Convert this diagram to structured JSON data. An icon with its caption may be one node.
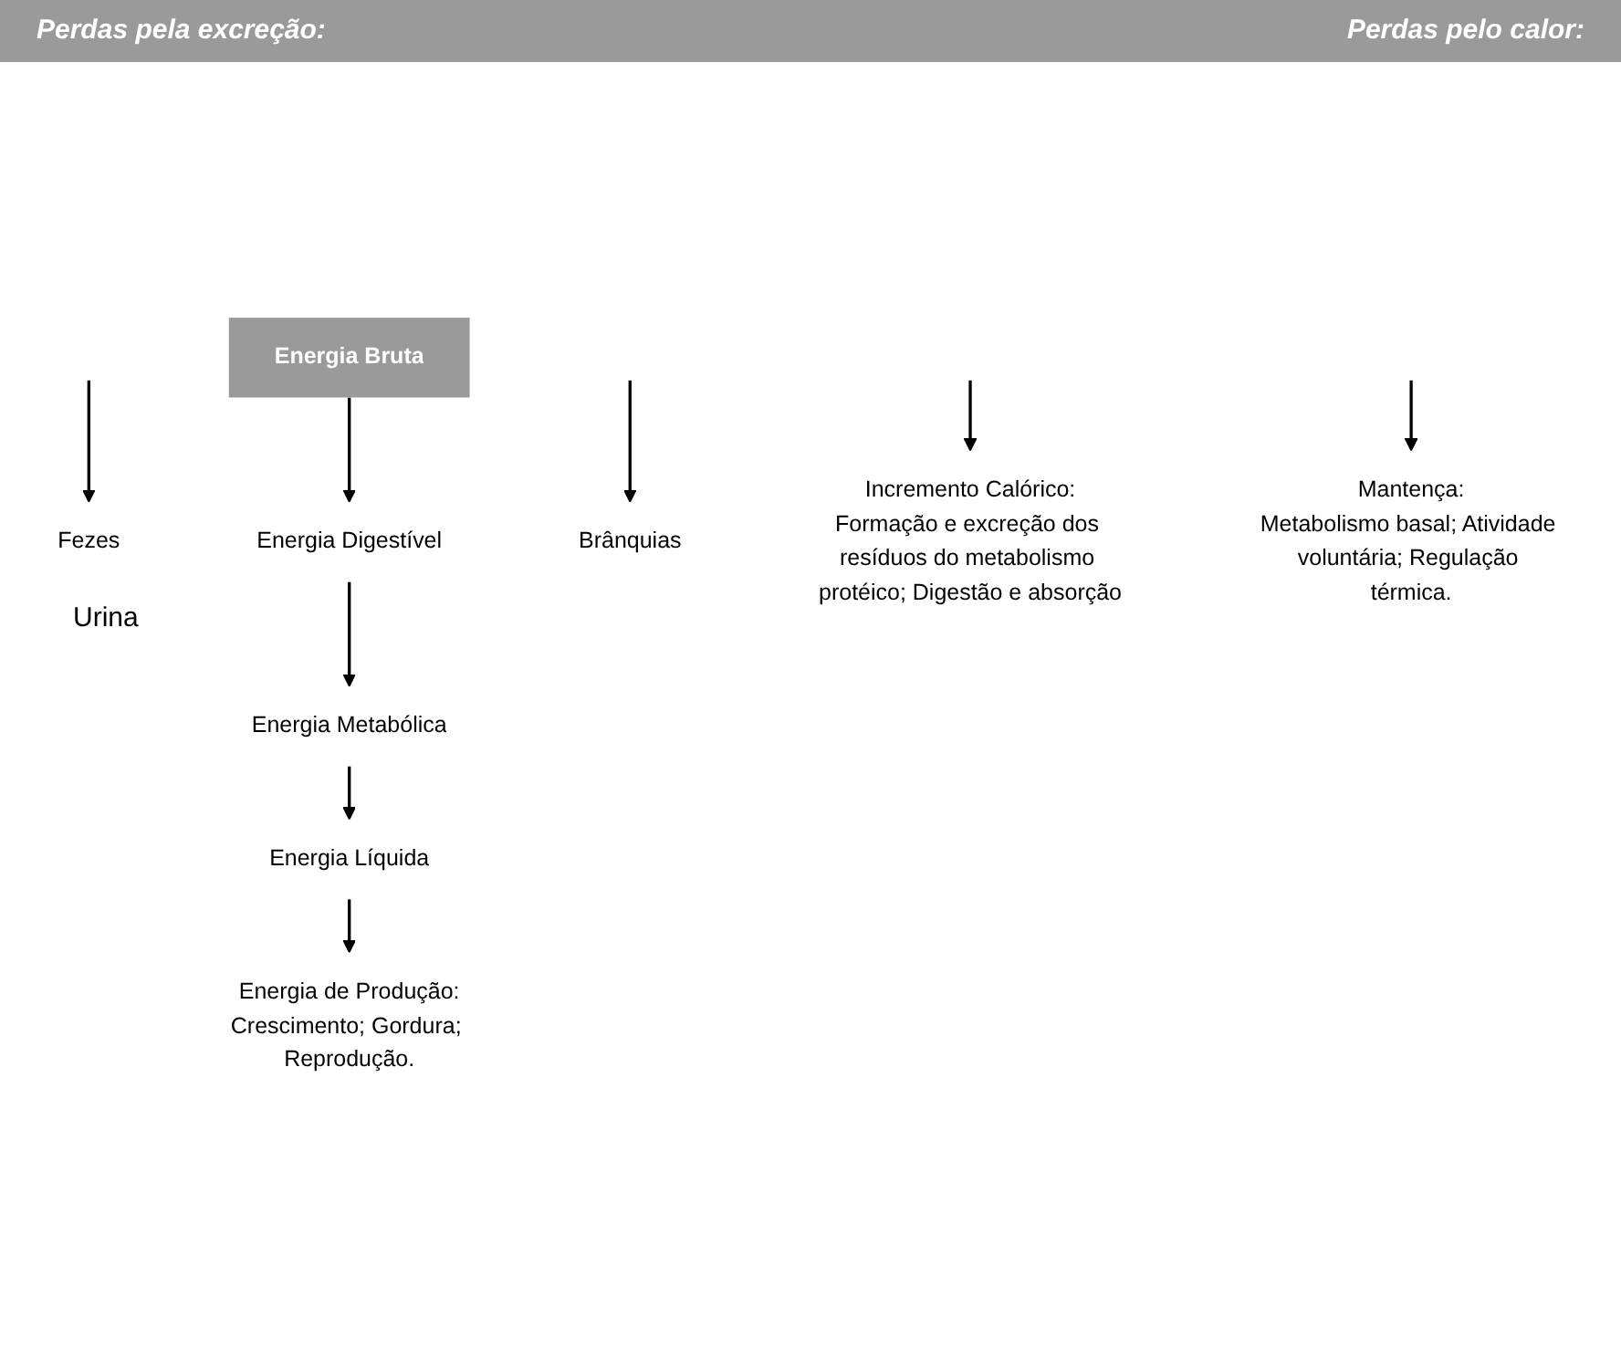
{
  "diagram": {
    "nodes": [
      {
        "text": [
          "Energia Bruta"
        ]
      },
      {
        "text": [
          "Fezes"
        ]
      },
      {
        "text": [
          "Energia Digestível"
        ]
      },
      {
        "text": [
          "Brânquias"
        ]
      },
      {
        "text": [
          "Energia Metabólica"
        ]
      },
      {
        "text": [
          "Incremento Calórico:",
          "Formação e excreção dos resíduos do metabolismo protéico; Digestão e absorção"
        ]
      },
      {
        "text": [
          "Energia Líquida"
        ]
      },
      {
        "text": [
          "Mantença:",
          "Metabolismo basal; Atividade voluntária; Regulação térmica."
        ]
      },
      {
        "text": [
          "Energia de Produção:",
          "Crescimento; Gordura; Reprodução."
        ]
      }
    ],
    "edges": [
      {
        "from": 0,
        "to": 2,
        "arrow": "to"
      },
      {
        "from": null,
        "to": 1,
        "arrow": "to"
      },
      {
        "from": 2,
        "to": 4,
        "arrow": "to"
      },
      {
        "from": null,
        "to": 3,
        "arrow": "to"
      },
      {
        "from": 4,
        "to": 6,
        "arrow": "to"
      },
      {
        "from": null,
        "to": 5,
        "arrow": "to"
      },
      {
        "from": 6,
        "to": 8,
        "arrow": "to"
      },
      {
        "from": null,
        "to": 7,
        "arrow": "to"
      }
    ],
    "labels": [
      "Perdas pela excreção:",
      "Perdas pelo calor:",
      "Urina"
    ]
  }
}
